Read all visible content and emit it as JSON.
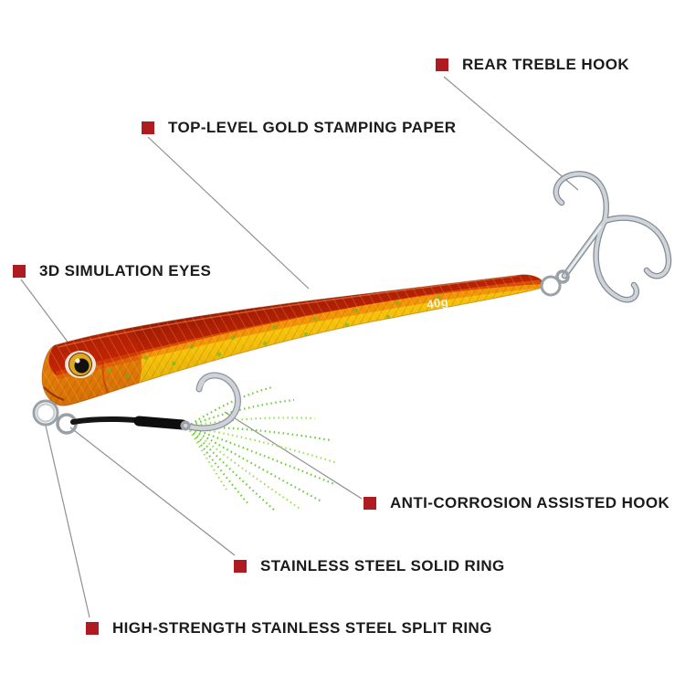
{
  "diagram": {
    "background": "#ffffff",
    "marker_color": "#ae1c22",
    "line_color": "#909090",
    "text_color": "#1b1b1b",
    "callouts": [
      {
        "id": "rear-treble-hook",
        "text": "REAR TREBLE HOOK"
      },
      {
        "id": "top-level-gold-stamping-paper",
        "text": "TOP-LEVEL GOLD STAMPING PAPER"
      },
      {
        "id": "3d-simulation-eyes",
        "text": "3D SIMULATION EYES"
      },
      {
        "id": "anti-corrosion-assisted-hook",
        "text": "ANTI-CORROSION ASSISTED HOOK"
      },
      {
        "id": "stainless-steel-solid-ring",
        "text": "STAINLESS STEEL SOLID RING"
      },
      {
        "id": "high-strength-stainless-steel-split-ring",
        "text": "HIGH-STRENGTH STAINLESS STEEL SPLIT RING"
      }
    ]
  },
  "lure": {
    "weight_marking": "40g",
    "body_colors": {
      "back_red": "#c42405",
      "mid_orange": "#ef6a08",
      "belly_gold": "#f7c40a"
    },
    "tinsel_color": "#55c818",
    "hardware_color": "#c5cbd1"
  }
}
